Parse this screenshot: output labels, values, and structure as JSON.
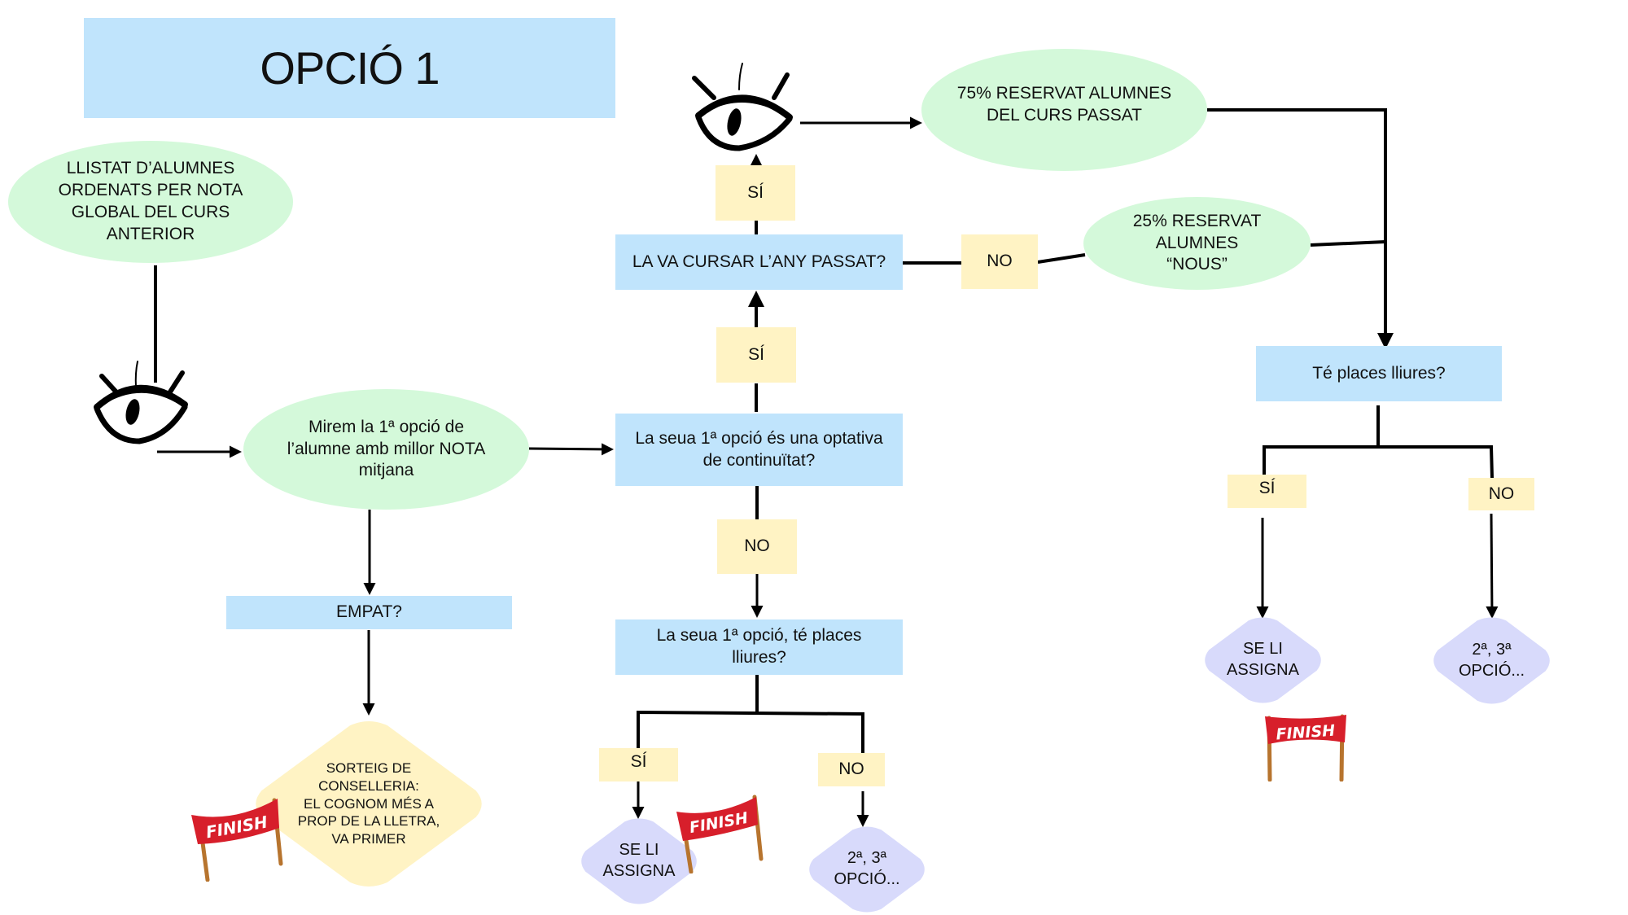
{
  "title": "OPCIÓ 1",
  "colors": {
    "question_box": "#c0e4fc",
    "answer_box": "#fff3c4",
    "process_ellipse": "#d4f9da",
    "outcome_diamond": "#d8dafb",
    "tie_diamond": "#fff3c4",
    "finish_banner": "#d71f2b",
    "line": "#000000"
  },
  "nodes": {
    "llistat": "LLISTAT D’ALUMNES\nORDENATS PER NOTA\nGLOBAL DEL CURS\nANTERIOR",
    "mirem": "Mirem la 1ª opció de\nl’alumne amb millor NOTA\nmitjana",
    "empat": "EMPAT?",
    "sorteig": "SORTEIG DE\nCONSELLERIA:\nEL COGNOM MÉS A\nPROP DE LA LLETRA,\nVA PRIMER",
    "optativa": "La seua 1ª opció és una optativa\nde continuïtat?",
    "cursar": "LA VA CURSAR L’ANY PASSAT?",
    "places_center": "La seua 1ª opció, té places\nlliures?",
    "reservat75": "75% RESERVAT ALUMNES\nDEL CURS PASSAT",
    "reservat25": "25% RESERVAT\nALUMNES\n“NOUS”",
    "places_right": "Té places  lliures?",
    "assigna_center": "SE LI\nASSIGNA",
    "altres_center": "2ª, 3ª\nOPCIÓ...",
    "assigna_right": "SE LI\nASSIGNA",
    "altres_right": "2ª, 3ª\nOPCIÓ..."
  },
  "answers": {
    "si_upper": "SÍ",
    "si_lower": "SÍ",
    "no_center": "NO",
    "no_cursar": "NO",
    "si_center_branch": "SÍ",
    "no_center_branch": "NO",
    "si_right_branch": "SÍ",
    "no_right_branch": "NO"
  },
  "icons": {
    "eye": "eye-icon",
    "finish": "finish-banner-icon",
    "finish_text": "FINISH"
  }
}
